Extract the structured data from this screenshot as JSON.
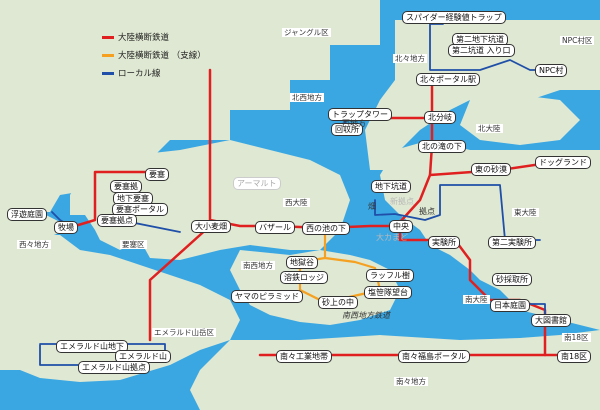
{
  "legend": [
    {
      "label": "大陸横断鉄道",
      "color": "#e02020"
    },
    {
      "label": "大陸横断鉄道 （支線）",
      "color": "#f5a020"
    },
    {
      "label": "ローカル線",
      "color": "#1f4fa8"
    }
  ],
  "colors": {
    "sea": "#3aa7e3",
    "land": "#dfe8d2",
    "main_line": "#e02020",
    "branch_line": "#f5a020",
    "local_line": "#1f4fa8"
  },
  "regions": [
    {
      "id": "jungle",
      "label": "ジャングル区"
    },
    {
      "id": "north",
      "label": "北々地方"
    },
    {
      "id": "npc",
      "label": "NPC村区"
    },
    {
      "id": "hokusei",
      "label": "北西地方"
    },
    {
      "id": "hokudai",
      "label": "北大陸"
    },
    {
      "id": "seidai",
      "label": "西大陸"
    },
    {
      "id": "tokaidai",
      "label": "東大陸"
    },
    {
      "id": "nansei",
      "label": "南西地方"
    },
    {
      "id": "nishi",
      "label": "西々地方"
    },
    {
      "id": "yosai",
      "label": "要塞区"
    },
    {
      "id": "nandai",
      "label": "南大陸"
    },
    {
      "id": "emerald",
      "label": "エメラルド山岳区"
    },
    {
      "id": "minami18",
      "label": "南18区"
    },
    {
      "id": "nannan",
      "label": "南々地方"
    },
    {
      "id": "nansei_rail",
      "label": "南西地方鉄道"
    }
  ],
  "stations": [
    {
      "id": "spider",
      "label": "スパイダー経験値トラップ"
    },
    {
      "id": "no2_chika",
      "label": "第二地下坑道"
    },
    {
      "id": "no2_iriguchi",
      "label": "第二坑道 入り口"
    },
    {
      "id": "kitakita",
      "label": "北々ポータル駅"
    },
    {
      "id": "npc",
      "label": "NPC村"
    },
    {
      "id": "trap_tower",
      "label": "トラップタワー"
    },
    {
      "id": "kaisho",
      "label": "回収所"
    },
    {
      "id": "kitabunki",
      "label": "北分岐"
    },
    {
      "id": "kitanotaki",
      "label": "北の滝の下"
    },
    {
      "id": "higashi_sabaku",
      "label": "東の砂漠"
    },
    {
      "id": "dogland",
      "label": "ドッグランド"
    },
    {
      "id": "yosai",
      "label": "要塞"
    },
    {
      "id": "yosai_kyoten",
      "label": "要塞拠"
    },
    {
      "id": "chika_yosai",
      "label": "地下要塞"
    },
    {
      "id": "yosai_portal",
      "label": "要塞ポータル"
    },
    {
      "id": "yosai_kyoten2",
      "label": "要塞拠点"
    },
    {
      "id": "ukiyo",
      "label": "浮遊庭園"
    },
    {
      "id": "bokujo",
      "label": "牧場"
    },
    {
      "id": "daishomugi",
      "label": "大小麦畑"
    },
    {
      "id": "bazaar",
      "label": "バザール"
    },
    {
      "id": "nishi_ike",
      "label": "西の池の下"
    },
    {
      "id": "chika_kodo",
      "label": "地下坑道"
    },
    {
      "id": "chuo",
      "label": "中央"
    },
    {
      "id": "jikkensho",
      "label": "実験所"
    },
    {
      "id": "no2_jikkensho",
      "label": "第二実験所"
    },
    {
      "id": "saiseki",
      "label": "砂採取所"
    },
    {
      "id": "nihon_teien",
      "label": "日本庭園"
    },
    {
      "id": "daitoshokan",
      "label": "大図書館"
    },
    {
      "id": "jibankyo",
      "label": "地獄谷"
    },
    {
      "id": "yogan",
      "label": "溶鉄ロッジ"
    },
    {
      "id": "yama_pyramid",
      "label": "ヤマのピラミッド"
    },
    {
      "id": "raffle",
      "label": "ラッフル樹"
    },
    {
      "id": "enkai",
      "label": "塩笹隊望台"
    },
    {
      "id": "sajo",
      "label": "砂上の中"
    },
    {
      "id": "emerald_chika",
      "label": "エメラルド山地下"
    },
    {
      "id": "emerald_yama",
      "label": "エメラルド山"
    },
    {
      "id": "emerald_kyoten",
      "label": "エメラルド山拠点"
    },
    {
      "id": "minami_kogyo",
      "label": "南々工業地帯"
    },
    {
      "id": "minami_fukushima",
      "label": "南々福島ポータル"
    },
    {
      "id": "minami18",
      "label": "南18区"
    }
  ],
  "plain_labels": [
    {
      "id": "amarto",
      "label": "アーマルト"
    },
    {
      "id": "shinkyoten",
      "label": "新拠点"
    },
    {
      "id": "kyoten",
      "label": "拠点"
    },
    {
      "id": "hatake",
      "label": "畑"
    },
    {
      "id": "daikanjima",
      "label": "大カまど"
    },
    {
      "id": "nishichikasei",
      "label": "西地方"
    }
  ]
}
